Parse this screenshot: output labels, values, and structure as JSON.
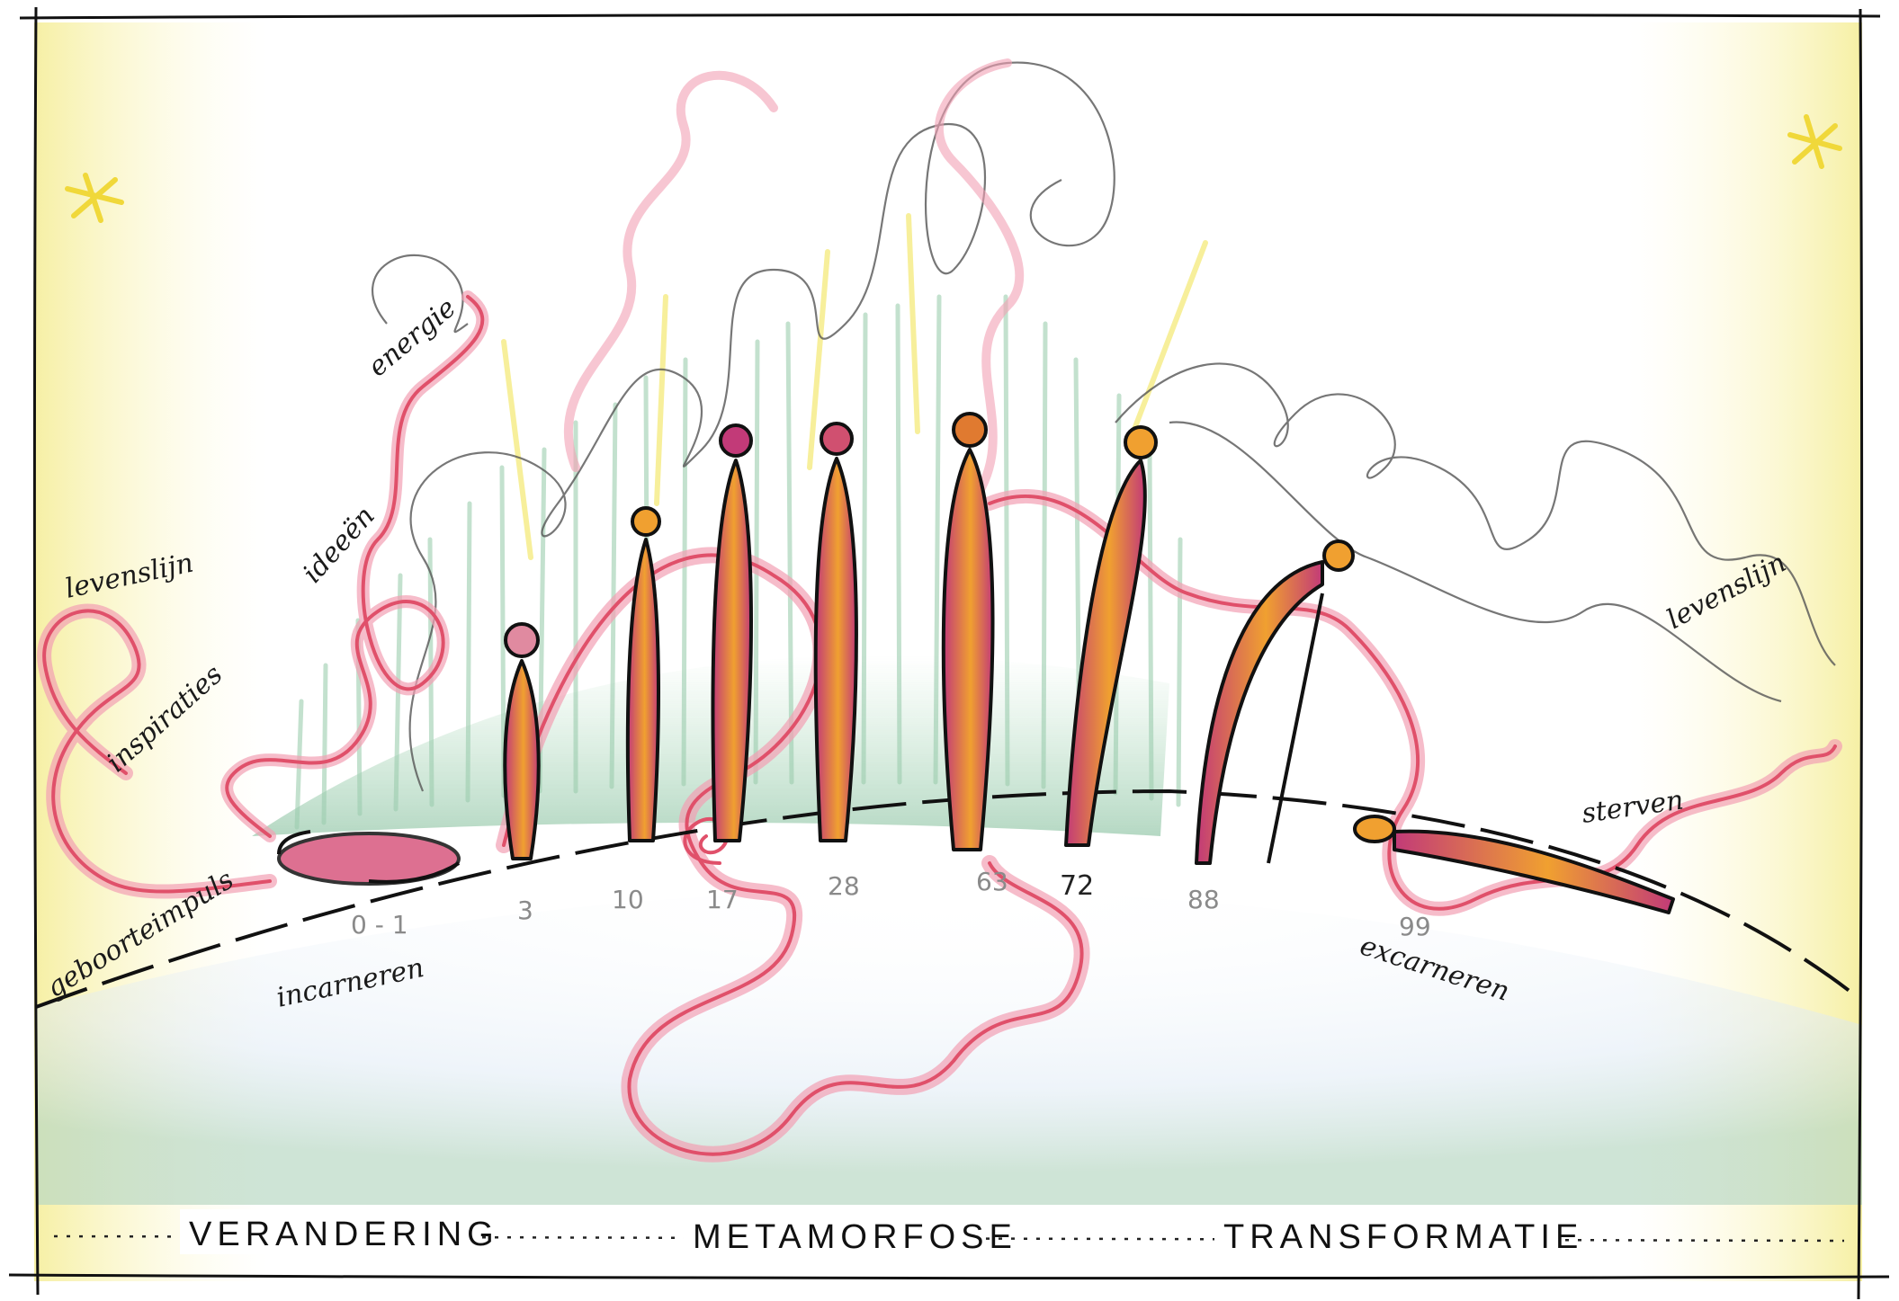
{
  "labels": {
    "levenslijn_left": "levenslijn",
    "inspiraties": "inspiraties",
    "ideeen": "ideeën",
    "energie": "energie",
    "geboorteimpuls": "geboorteimpuls",
    "incarneren": "incarneren",
    "levenslijn_right": "levenslijn",
    "sterven": "sterven",
    "excarneren": "excarneren"
  },
  "ages": [
    "0 - 1",
    "3",
    "10",
    "17",
    "28",
    "63",
    "72",
    "88",
    "99"
  ],
  "phases": [
    "VERANDERING",
    "METAMORFOSE",
    "TRANSFORMATIE"
  ],
  "colors": {
    "lifeline_red": "#e0506a",
    "lifeline_pink": "#f2a0b4",
    "figure_orange": "#f0a030",
    "figure_magenta": "#c23a78",
    "grass_green": "#3fa060",
    "sun_yellow": "#f2e24a",
    "ink": "#111111"
  },
  "icons": [
    "star-icon",
    "human-figure-icon"
  ]
}
